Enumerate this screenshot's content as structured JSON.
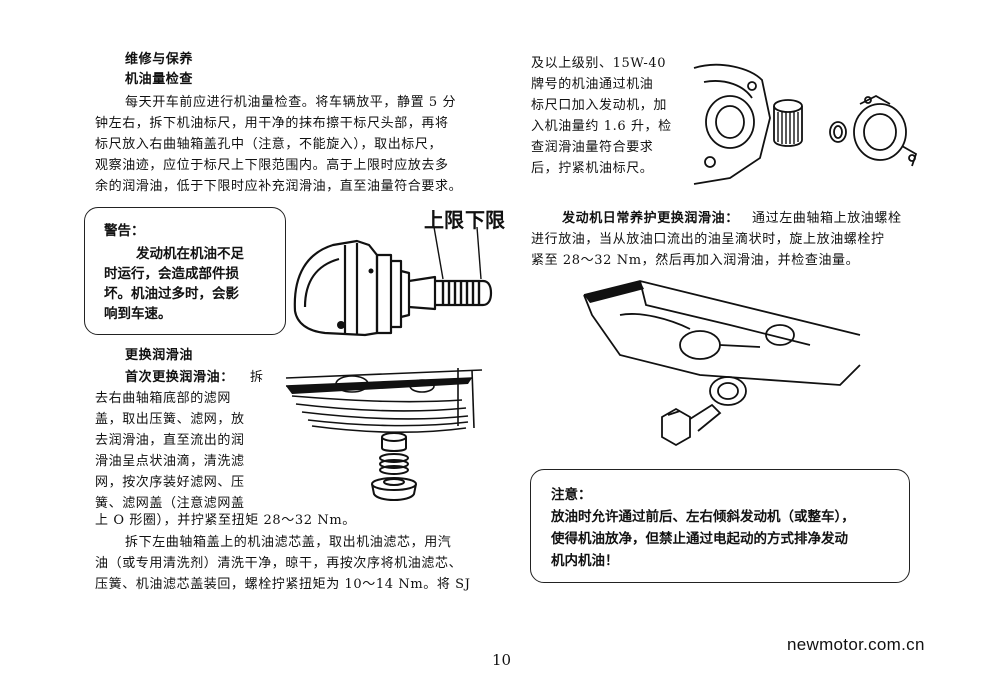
{
  "left": {
    "section_title": "维修与保养",
    "oil_check_title": "机油量检查",
    "oil_check_lines": [
      "每天开车前应进行机油量检查。将车辆放平，静置 5 分",
      "钟左右，拆下机油标尺，用干净的抹布擦干标尺头部，再将",
      "标尺放入右曲轴箱盖孔中（注意，不能旋入），取出标尺，",
      "观察油迹，应位于标尺上下限范围内。高于上限时应放去多",
      "余的润滑油，低于下限时应补充润滑油，直至油量符合要求。"
    ],
    "warning": {
      "title": "警告：",
      "lines": [
        "发动机在机油不足",
        "时运行，会造成部件损",
        "坏。机油过多时，会影",
        "响到车速。"
      ]
    },
    "dipstick_labels": {
      "upper": "上限",
      "lower": "下限"
    },
    "change_title": "更换润滑油",
    "first_change_lead": "首次更换润滑油：",
    "first_change_lines": [
      "拆",
      "去右曲轴箱底部的滤网",
      "盖，取出压簧、滤网，放",
      "去润滑油，直至流出的润",
      "滑油呈点状油滴，清洗滤",
      "网，按次序装好滤网、压",
      "簧、滤网盖（注意滤网盖",
      "上 O 形圈），并拧紧至扭矩 28～32 Nm。"
    ],
    "filter_lines": [
      "拆下左曲轴箱盖上的机油滤芯盖，取出机油滤芯，用汽",
      "油（或专用清洗剂）清洗干净，晾干，再按次序将机油滤芯、",
      "压簧、机油滤芯盖装回，螺栓拧紧扭矩为 10～14 Nm。将 SJ"
    ]
  },
  "right": {
    "top_lines": [
      "及以上级别、15W-40",
      "牌号的机油通过机油",
      "标尺口加入发动机，加",
      "入机油量约 1.6 升，检",
      "查润滑油量符合要求",
      "后，拧紧机油标尺。"
    ],
    "daily_lead": "发动机日常养护更换润滑油：",
    "daily_lines": [
      "通过左曲轴箱上放油螺栓",
      "进行放油，当从放油口流出的油呈滴状时，旋上放油螺栓拧",
      "紧至 28～32 Nm，然后再加入润滑油，并检查油量。"
    ],
    "notice": {
      "title": "注意：",
      "lines": [
        "放油时允许通过前后、左右倾斜发动机（或整车），",
        "使得机油放净，但禁止通过电起动的方式排净发动",
        "机内机油！"
      ]
    }
  },
  "page_number": "10",
  "watermark": "newmotor.com.cn",
  "icons": {
    "dipstick": "dipstick-illustration",
    "strainer": "oil-strainer-illustration",
    "filter": "oil-filter-illustration",
    "drain": "drain-bolt-illustration"
  }
}
